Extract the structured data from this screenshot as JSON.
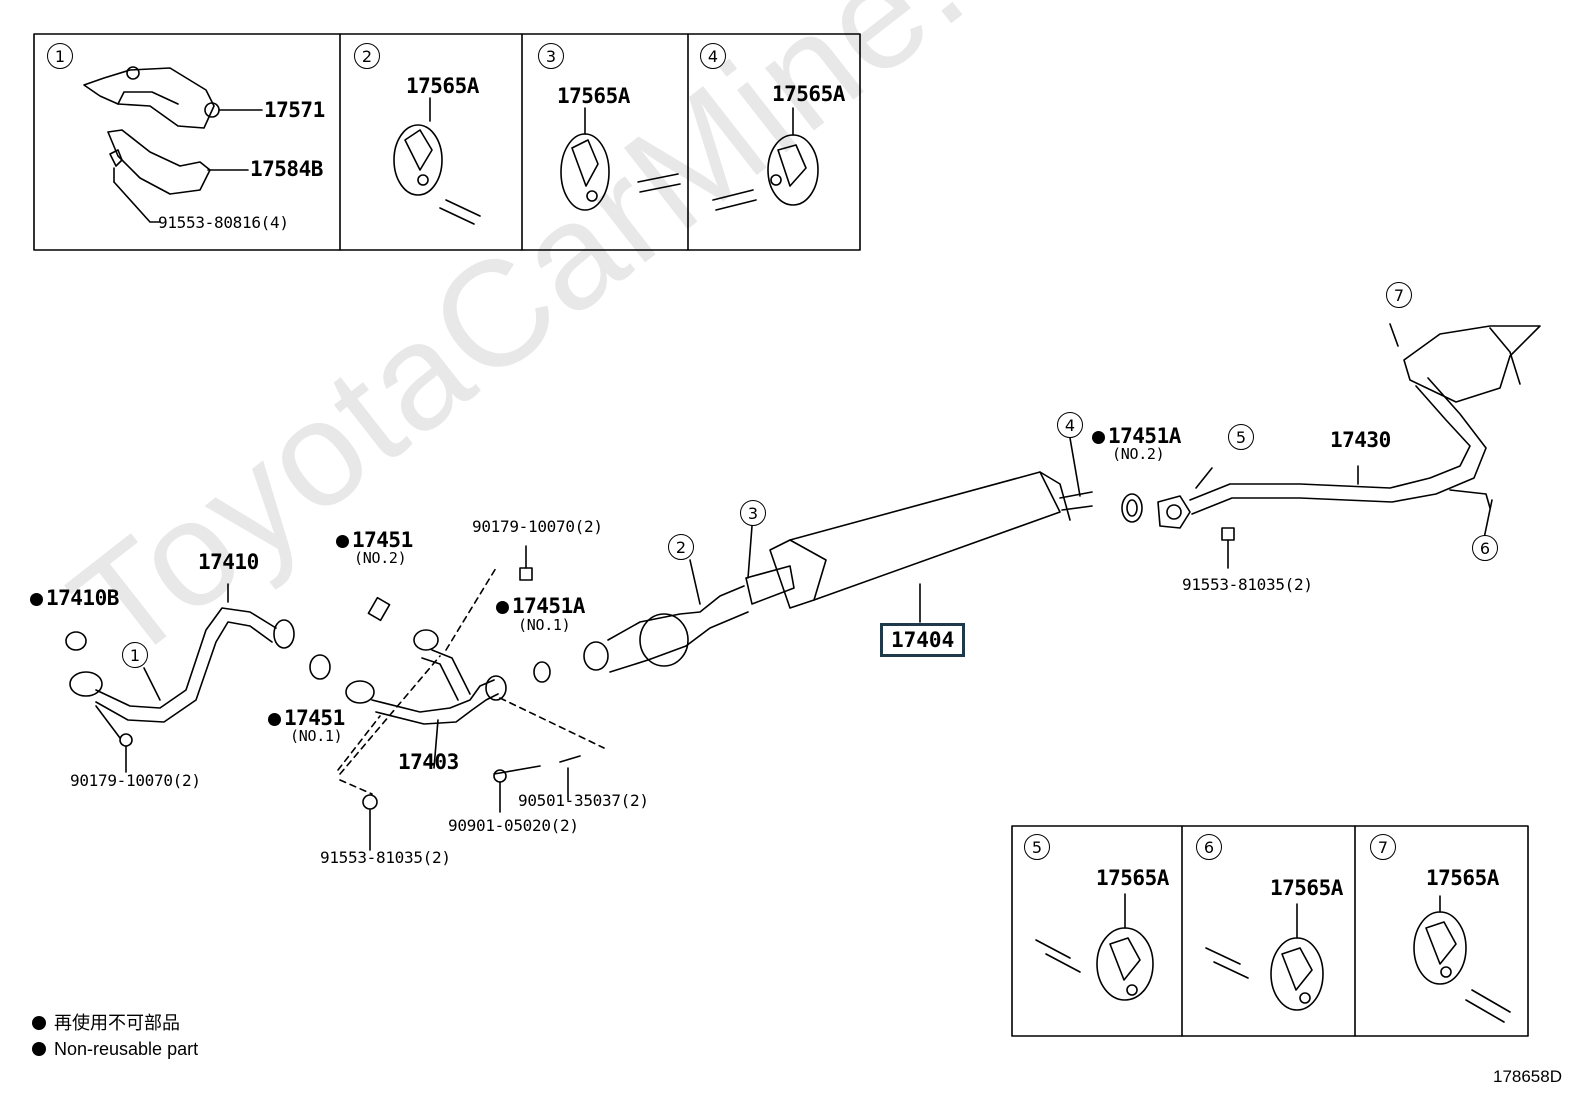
{
  "watermark": "ToyotaCarMine.ru",
  "diagram_code": "178658D",
  "legend": {
    "line1": "再使用不可部品",
    "line2": "Non-reusable part"
  },
  "detail_boxes": {
    "d1": {
      "num": "1",
      "parts": [
        "17571",
        "17584B",
        "91553-80816(4)"
      ]
    },
    "d2": {
      "num": "2",
      "part": "17565A"
    },
    "d3": {
      "num": "3",
      "part": "17565A"
    },
    "d4": {
      "num": "4",
      "part": "17565A"
    },
    "d5": {
      "num": "5",
      "part": "17565A"
    },
    "d6": {
      "num": "6",
      "part": "17565A"
    },
    "d7": {
      "num": "7",
      "part": "17565A"
    }
  },
  "main_labels": {
    "p17410B": "17410B",
    "p17410": "17410",
    "p90179_left": "90179-10070(2)",
    "p17451_no2": "17451",
    "p17451_no2_sub": "(NO.2)",
    "p17451_no1": "17451",
    "p17451_no1_sub": "(NO.1)",
    "p17403": "17403",
    "p90179_mid": "90179-10070(2)",
    "p17451A_no1": "17451A",
    "p17451A_no1_sub": "(NO.1)",
    "p90501": "90501-35037(2)",
    "p90901": "90901-05020(2)",
    "p91553_left": "91553-81035(2)",
    "p17404": "17404",
    "p17451A_no2": "17451A",
    "p17451A_no2_sub": "(NO.2)",
    "p17430": "17430",
    "p91553_right": "91553-81035(2)"
  },
  "callouts": [
    "1",
    "2",
    "3",
    "4",
    "5",
    "6",
    "7"
  ]
}
